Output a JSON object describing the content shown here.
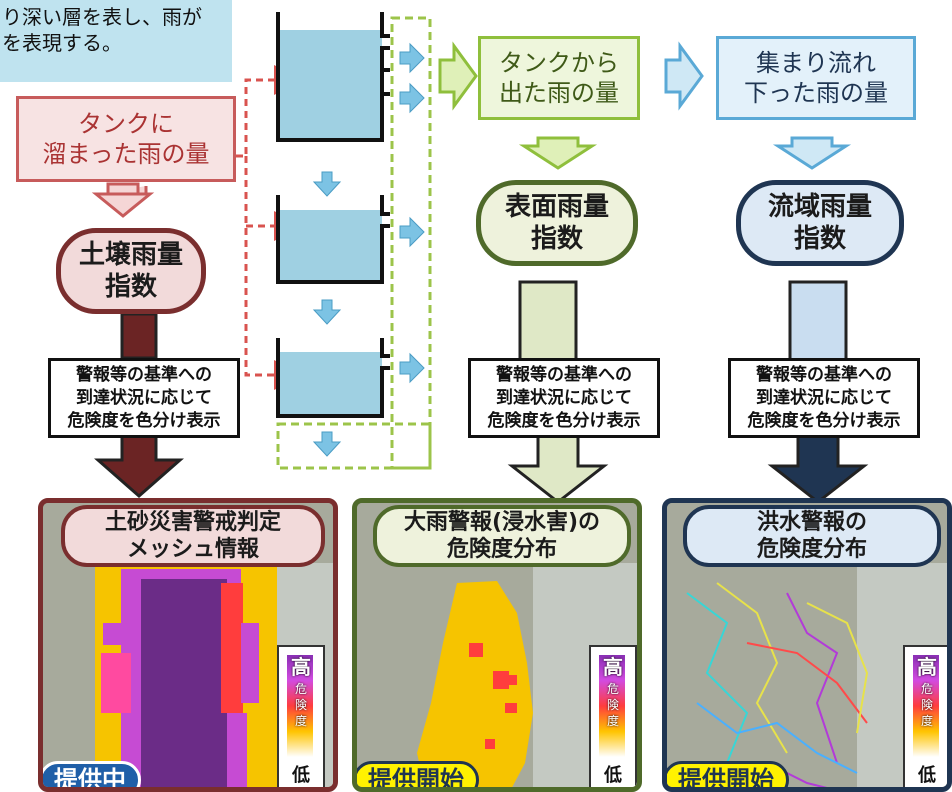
{
  "note": {
    "line1": "り深い層を表し、雨が",
    "line2": "を表現する。"
  },
  "tank_stored_rain": "タンクに\n溜まった雨の量",
  "tank_outflow_rain": "タンクから\n出た雨の量",
  "gathered_flow_rain": "集まり流れ\n下った雨の量",
  "indices": {
    "soil": "土壌雨量\n指数",
    "surface": "表面雨量\n指数",
    "basin": "流域雨量\n指数"
  },
  "criteria_text": "警報等の基準への\n到達状況に応じて\n危険度を色分け表示",
  "outputs": {
    "soil": {
      "title": "土砂災害警戒判定\nメッシュ情報",
      "status": "提供中"
    },
    "surface": {
      "title": "大雨警報(浸水害)の\n危険度分布",
      "status": "提供開始"
    },
    "basin": {
      "title": "洪水警報の\n危険度分布",
      "status": "提供開始"
    }
  },
  "legend": {
    "high": "高",
    "mid": "危\n険\n度",
    "low": "低"
  },
  "colors": {
    "soil_dark": "#7a2e2e",
    "soil_light": "#f2dada",
    "surface_dark": "#4f6a2a",
    "surface_light": "#eef2dc",
    "basin_dark": "#1f3552",
    "basin_light": "#dde9f5",
    "tank_water": "#9fd0e2",
    "flow_arrow": "#7cc3e4",
    "status_blue": "#1f5fa8",
    "status_yellow": "#fff200"
  }
}
